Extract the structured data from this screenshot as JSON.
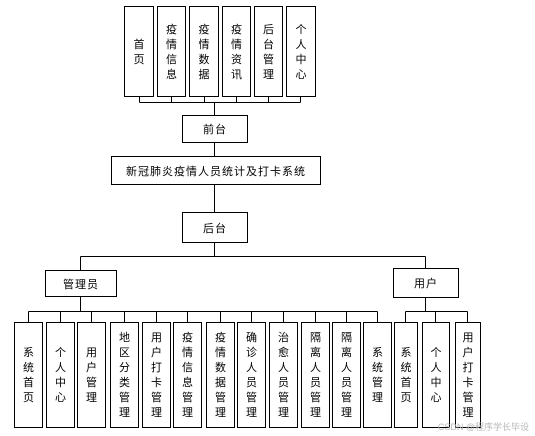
{
  "diagram": {
    "frontend_modules": [
      "首页",
      "疫情信息",
      "疫情数据",
      "疫情资讯",
      "后台管理",
      "个人中心"
    ],
    "frontend_node": "前台",
    "system_node": "新冠肺炎疫情人员统计及打卡系统",
    "backend_node": "后台",
    "admin_node": "管理员",
    "user_node": "用户",
    "admin_modules": [
      "系统首页",
      "个人中心",
      "用户管理",
      "地区分类管理",
      "用户打卡管理",
      "疫情信息管理",
      "疫情数据管理",
      "确诊人员管理",
      "治愈人员管理",
      "隔离人员管理",
      "隔离人员管理",
      "系统管理"
    ],
    "user_modules": [
      "系统首页",
      "个人中心",
      "用户打卡管理"
    ]
  },
  "watermark": "CSDN @程序学长毕设"
}
